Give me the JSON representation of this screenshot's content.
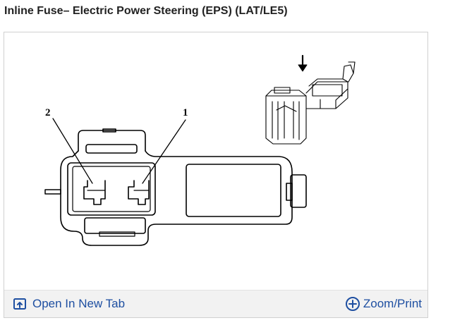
{
  "page": {
    "title": "Inline Fuse– Electric Power Steering (EPS) (LAT/LE5)"
  },
  "diagram": {
    "callouts": [
      "2",
      "1"
    ]
  },
  "toolbar": {
    "open_tab_label": "Open In New Tab",
    "open_tab_icon": "open-in-new-tab-icon",
    "zoom_label": "Zoom/Print",
    "zoom_icon": "plus-circle-icon"
  },
  "colors": {
    "link": "#1e4fa1",
    "toolbar_bg": "#f2f2f2"
  }
}
